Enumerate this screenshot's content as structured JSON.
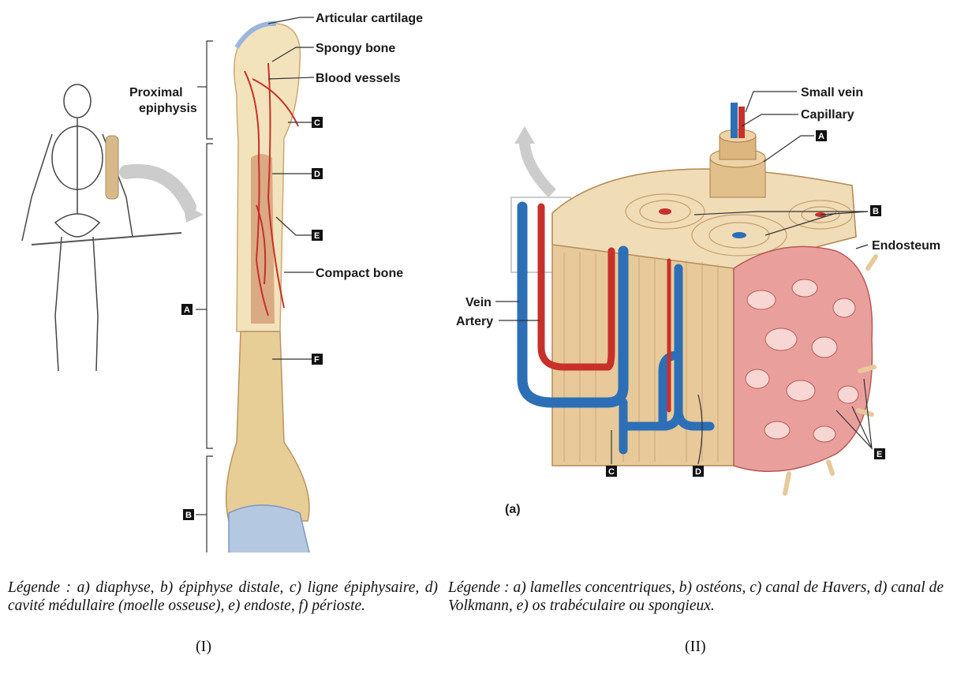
{
  "figure1": {
    "labels": {
      "articular_cartilage": "Articular cartilage",
      "spongy_bone": "Spongy bone",
      "blood_vessels": "Blood vessels",
      "proximal": "Proximal",
      "epiphysis": "epiphysis",
      "compact_bone": "Compact bone",
      "C": "C",
      "D": "D",
      "E": "E",
      "F": "F",
      "A": "A",
      "B": "B"
    },
    "caption": "Légende : a) diaphyse, b) épiphyse distale, c) ligne épiphysaire, d) cavité médullaire (moelle osseuse), e) endoste, f) périoste.",
    "number": "(I)"
  },
  "figure2": {
    "labels": {
      "small_vein": "Small vein",
      "capillary": "Capillary",
      "endosteum": "Endosteum",
      "vein": "Vein",
      "artery": "Artery",
      "panel": "(a)",
      "A": "A",
      "B": "B",
      "C": "C",
      "D": "D",
      "E": "E"
    },
    "caption": "Légende : a) lamelles concentriques, b) ostéons, c) canal de Havers, d) canal de Volkmann, e) os trabéculaire ou spongieux.",
    "number": "(II)"
  },
  "colors": {
    "bone": "#ecd7a8",
    "vessel_red": "#c8302a",
    "vessel_blue": "#2c6fb7",
    "spongy_pink": "#e89a96",
    "cartilage": "#a9c4de"
  }
}
